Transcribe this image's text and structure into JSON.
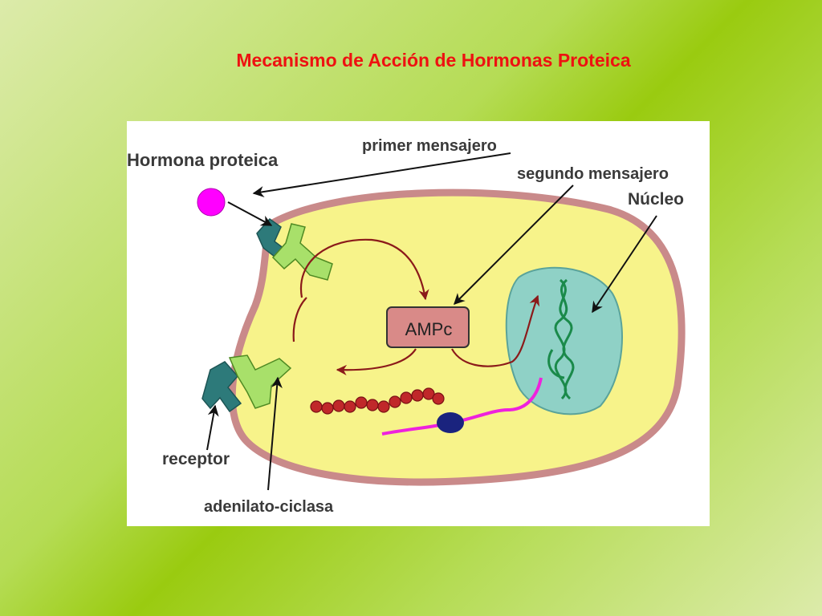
{
  "slide": {
    "title": "Mecanismo de Acción de Hormonas Proteica"
  },
  "diagram": {
    "labels": {
      "hormone": "Hormona proteica",
      "first_messenger": "primer mensajero",
      "second_messenger": "segundo mensajero",
      "nucleus": "Núcleo",
      "second_messenger_box": "AMPc",
      "receptor": "receptor",
      "adenylate_cyclase": "adenilato-ciclasa"
    },
    "colors": {
      "title": "#ee1111",
      "cytoplasm": "#f7f38a",
      "membrane": "#c98a8a",
      "nucleus": "#8fd1c6",
      "hormone": "#ff00ff",
      "receptor": "#2d7a7a",
      "enzyme": "#a8e06a",
      "ampc_box": "#d98a88",
      "pathway_arrow": "#8b1a1a",
      "protein_chain": "#c0282a",
      "mrna": "#ee22dd",
      "ribosome": "#1a237e",
      "dna": "#1a8a4a"
    },
    "icons": [
      "hormone-circle",
      "receptor-shape",
      "adenylate-cyclase-shape",
      "ampc-box",
      "nucleus-shape",
      "dna-helix",
      "protein-chain",
      "ribosome-blob"
    ]
  }
}
